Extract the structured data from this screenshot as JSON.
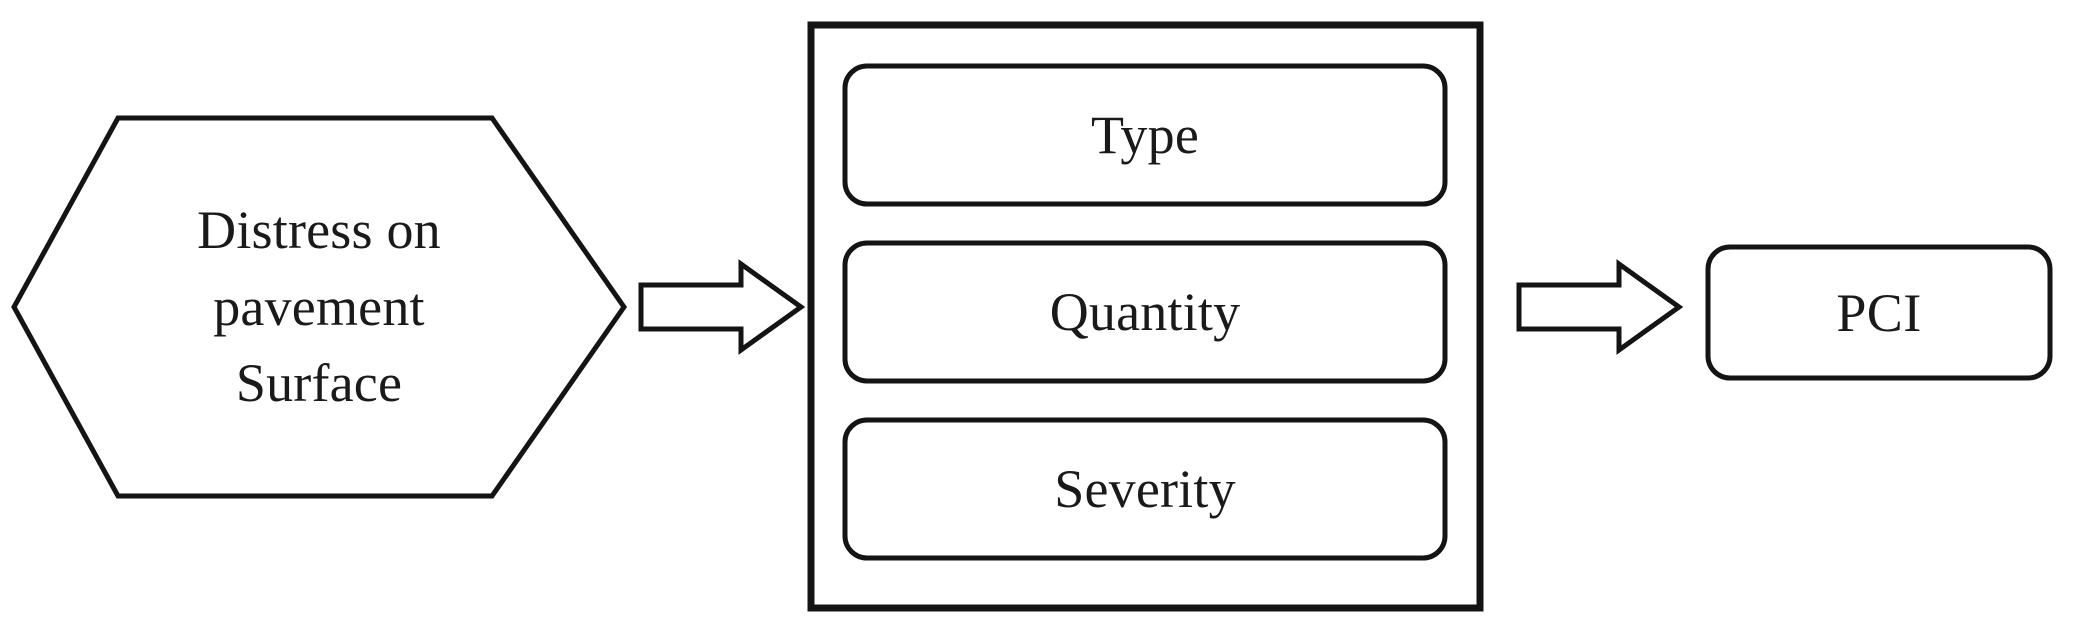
{
  "diagram": {
    "type": "flow-diagram",
    "background_color": "#ffffff",
    "stroke_color": "#141414",
    "text_color": "#1a1a1a",
    "input_node": {
      "shape": "hexagon",
      "lines": [
        "Distress on",
        "pavement",
        "Surface"
      ]
    },
    "arrows": [
      {
        "name": "arrow-input-to-attributes",
        "glyph": "block-arrow-right",
        "direction": "right"
      },
      {
        "name": "arrow-attributes-to-output",
        "glyph": "block-arrow-right",
        "direction": "right"
      }
    ],
    "attribute_group": {
      "shape": "rectangle-container",
      "items": [
        {
          "label": "Type"
        },
        {
          "label": "Quantity"
        },
        {
          "label": "Severity"
        }
      ]
    },
    "output_node": {
      "shape": "rounded-rectangle",
      "label": "PCI"
    }
  }
}
